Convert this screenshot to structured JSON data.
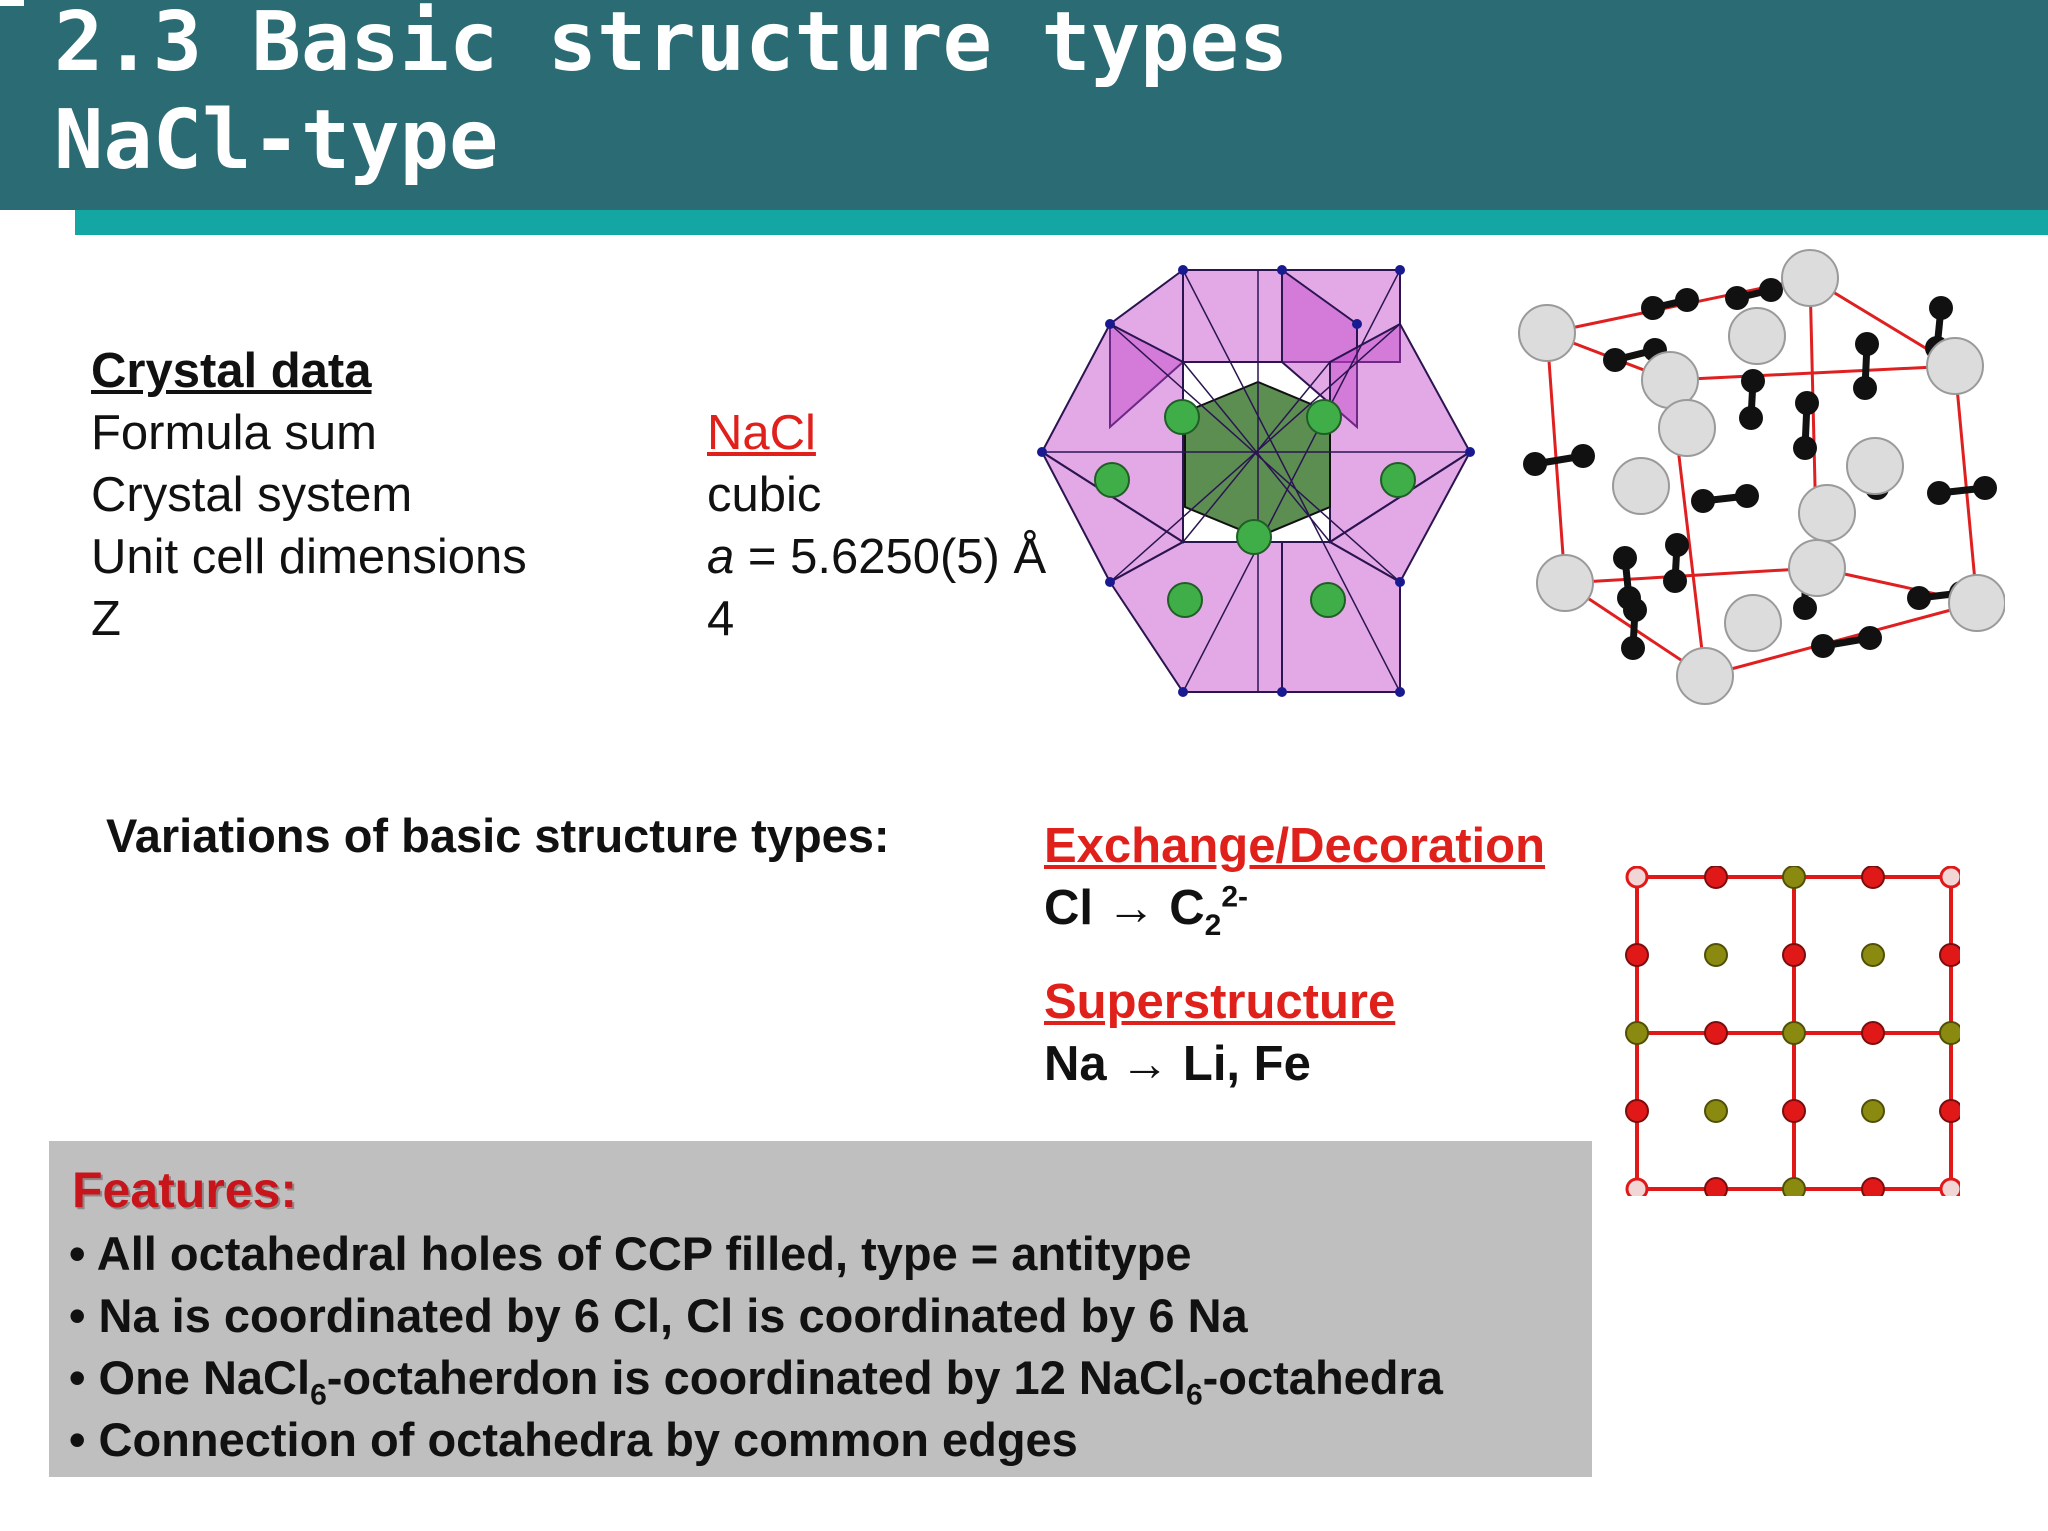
{
  "header": {
    "title_line1": "2.3 Basic structure types",
    "title_line2": "NaCl-type"
  },
  "crystal_data": {
    "heading": "Crystal data",
    "rows": [
      {
        "label": "Formula sum",
        "value": "NaCl"
      },
      {
        "label": "Crystal system",
        "value": "cubic"
      },
      {
        "label": "Unit cell dimensions",
        "value_var": "a",
        "value_rest": " = 5.6250(5) Å"
      },
      {
        "label": "Z",
        "value": "4"
      }
    ]
  },
  "variations": {
    "heading": "Variations of basic structure types:",
    "exchange_title": "Exchange/Decoration",
    "exchange_from": "Cl",
    "exchange_arrow": "→",
    "exchange_to": "C",
    "exchange_sub": "2",
    "exchange_sup": "2-",
    "super_title": "Superstructure",
    "super_from": "Na",
    "super_arrow": "→",
    "super_to": "Li, Fe"
  },
  "features": {
    "heading": "Features:",
    "item1": "All octahedral holes of CCP filled, type = antitype",
    "item2": "Na is coordinated by 6 Cl, Cl is coordinated by 6 Na",
    "item3_a": "One NaCl",
    "item3_sub1": "6",
    "item3_b": "-octaherdon is coordinated by 12 NaCl",
    "item3_sub2": "6",
    "item3_c": "-octahedra",
    "item4": "Connection of octahedra by common edges"
  },
  "colors": {
    "title_bar": "#2b6b74",
    "title_accent": "#14a6a2",
    "red_heading": "#e0201b",
    "features_bg": "#c0bfbf",
    "octahedra": "#c040c8",
    "green_atom": "#3fae48",
    "grid_red": "#e01818",
    "olive_atom": "#8a8a10"
  }
}
